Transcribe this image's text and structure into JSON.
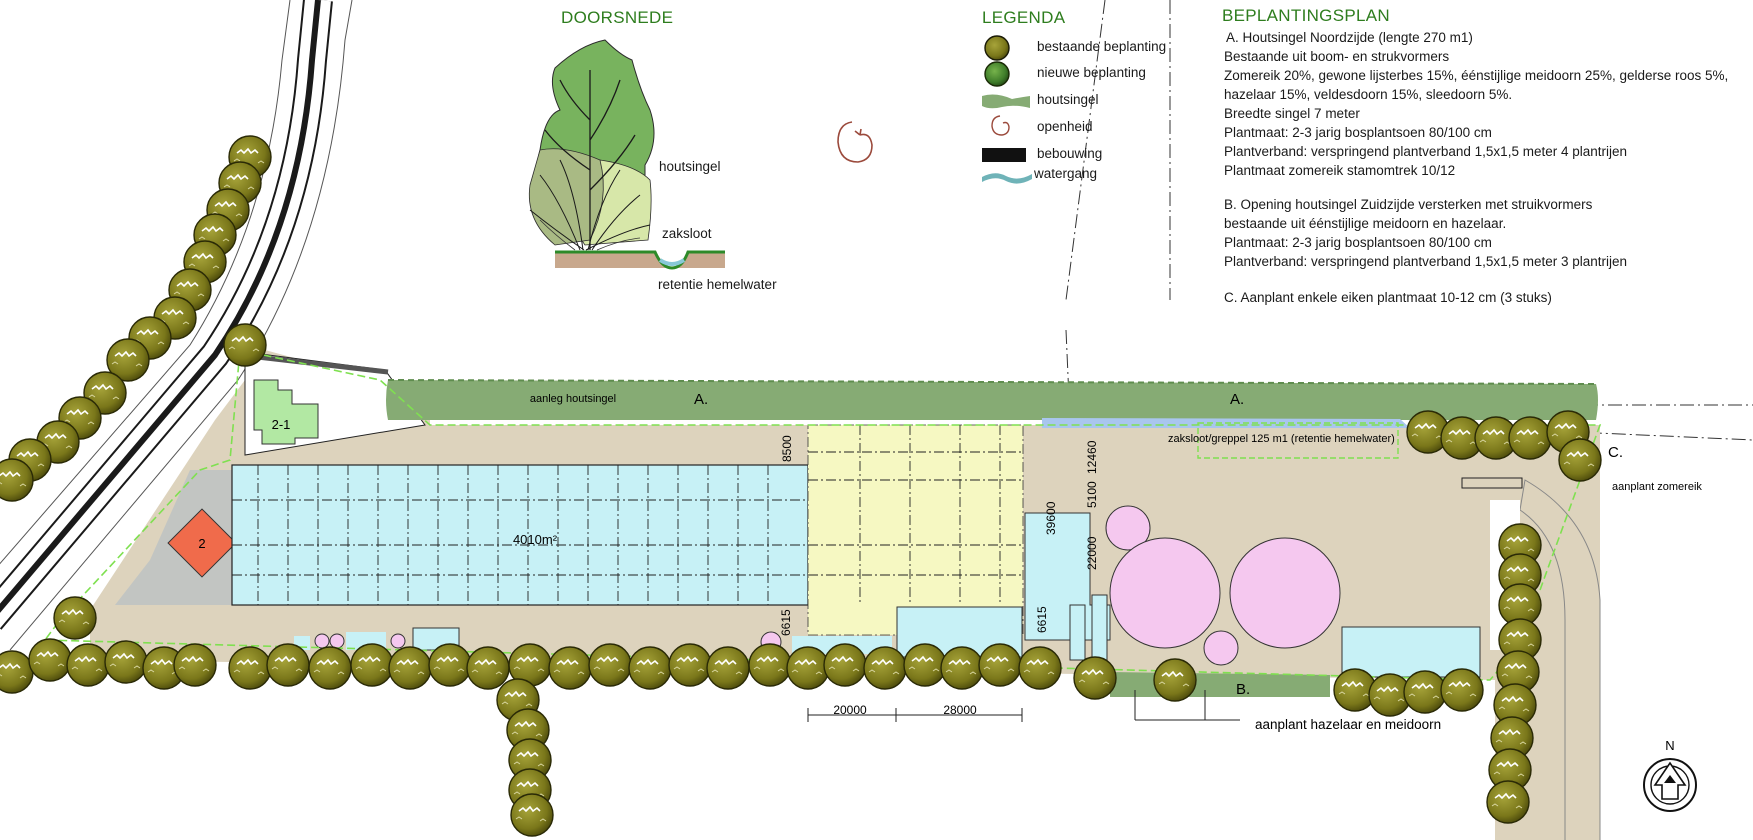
{
  "section": {
    "title": "DOORSNEDE",
    "labels": {
      "houtsingel": "houtsingel",
      "zaksloot": "zaksloot",
      "retentie": "retentie hemelwater"
    }
  },
  "legend": {
    "title": "LEGENDA",
    "items": [
      {
        "label": "bestaande beplanting",
        "icon": "existing-tree-icon"
      },
      {
        "label": "nieuwe beplanting",
        "icon": "new-tree-icon"
      },
      {
        "label": "houtsingel",
        "icon": "hedgerow-icon"
      },
      {
        "label": "openheid",
        "icon": "openness-icon"
      },
      {
        "label": "bebouwing",
        "icon": "building-icon"
      },
      {
        "label": "watergang",
        "icon": "watercourse-icon"
      }
    ]
  },
  "plan": {
    "title": "BEPLANTINGSPLAN",
    "a_lines": [
      "A. Houtsingel Noordzijde (lengte 270 m1)",
      "Bestaande uit boom- en strukvormers",
      "Zomereik 20%, gewone lijsterbes 15%, éénstijlige meidoorn 25%, gelderse roos 5%,",
      "hazelaar 15%, veldesdoorn 15%, sleedoorn 5%.",
      "Breedte singel 7 meter",
      "Plantmaat: 2-3 jarig bosplantsoen 80/100 cm",
      "Plantverband: verspringend plantverband 1,5x1,5 meter 4 plantrijen",
      "Plantmaat zomereik  stamomtrek 10/12"
    ],
    "b_lines": [
      "B. Opening houtsingel Zuidzijde versterken met struikvormers",
      "bestaande uit éénstijlige meidoorn en hazelaar.",
      "Plantmaat: 2-3 jarig bosplantsoen 80/100 cm",
      "Plantverband: verspringend plantverband 1,5x1,5 meter 3 plantrijen"
    ],
    "c_line": "C. Aanplant enkele eiken plantmaat 10-12 cm (3 stuks)"
  },
  "map": {
    "hedge_label": "aanleg houtsingel",
    "zone_a": "A.",
    "zone_b": "B.",
    "zone_c": "C.",
    "ditch_label": "zaksloot/greppel 125 m1 (retentie hemelwater)",
    "oak_label": "aanplant zomereik",
    "hazel_label": "aanplant hazelaar en meidoorn",
    "area_label": "4010m²",
    "building_2_1": "2-1",
    "building_2": "2",
    "north": "N",
    "dims": {
      "d8500": "8500",
      "d12460": "12460",
      "d5100": "5100",
      "d39600": "39600",
      "d22000": "22000",
      "d6615a": "6615",
      "d6615b": "6615",
      "d20000": "20000",
      "d28000": "28000"
    }
  },
  "colors": {
    "heading": "#2e7d1e",
    "terrain": "#ddd3bd",
    "greenhouse": "#c7f1f6",
    "extension": "#f6f8c2",
    "tank": "#f5c8ef",
    "hedgerow": "#86ab74",
    "tree": "#7d7a1c",
    "house": "#f06b4b",
    "house_2_1": "#b2e8a3",
    "ditch": "#a9c6ee"
  }
}
